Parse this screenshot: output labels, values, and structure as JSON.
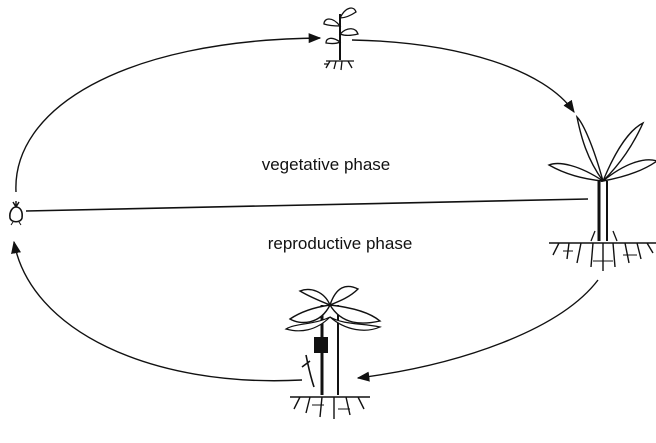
{
  "phases": {
    "vegetative": "vegetative phase",
    "reproductive": "reproductive phase"
  },
  "stages": [
    {
      "id": "corm-bud",
      "icon": "corm-icon"
    },
    {
      "id": "sucker",
      "icon": "sucker-icon"
    },
    {
      "id": "mature-plant",
      "icon": "banana-plant-icon"
    },
    {
      "id": "fruiting-plant",
      "icon": "fruiting-banana-plant-icon"
    }
  ],
  "colors": {
    "ink": "#111111",
    "paper": "#ffffff"
  }
}
